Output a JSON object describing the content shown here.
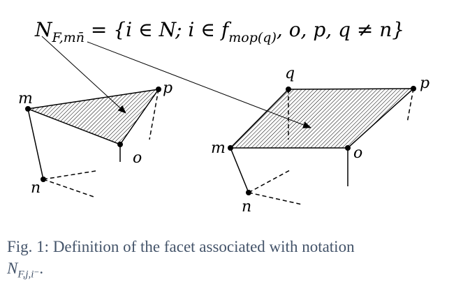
{
  "equation": {
    "lhs_main": "N",
    "lhs_sub": "F,mn̄",
    "rhs_start": " = {i ∈ N; i ∈ f",
    "rhs_sub": "mop(q)",
    "rhs_end": ", o, p, q ≠ n}"
  },
  "left_diagram": {
    "labels": {
      "m": "m",
      "p": "p",
      "o": "o",
      "n": "n"
    }
  },
  "right_diagram": {
    "labels": {
      "q": "q",
      "p": "p",
      "m": "m",
      "o": "o",
      "n": "n"
    }
  },
  "caption": {
    "text": "Fig. 1: Definition of the facet associated with notation",
    "notation_main": "N",
    "notation_sub": "F,j,i⁻",
    "period": "."
  },
  "colors": {
    "caption": "#44546a",
    "lines": "#000000"
  }
}
